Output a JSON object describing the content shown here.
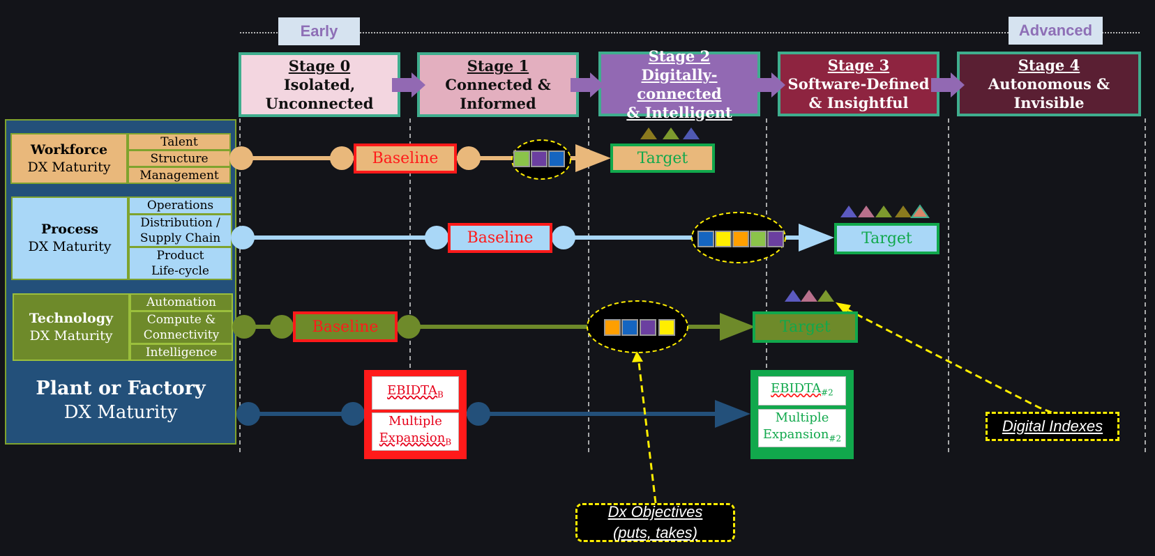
{
  "scale": {
    "early": "Early",
    "advanced": "Advanced"
  },
  "stages": [
    {
      "title": "Stage 0",
      "subtitle": "Isolated,\nUnconnected",
      "fill": "#f3d6e0",
      "text": "#111111"
    },
    {
      "title": "Stage 1",
      "subtitle": "Connected &\nInformed",
      "fill": "#e3afbf",
      "text": "#111111"
    },
    {
      "title": "Stage 2",
      "subtitle": "Digitally-connected\n& Intelligent",
      "fill": "#9269b3",
      "text": "#ffffff"
    },
    {
      "title": "Stage 3",
      "subtitle": "Software-Defined\n& Insightful",
      "fill": "#8e2440",
      "text": "#ffffff"
    },
    {
      "title": "Stage 4",
      "subtitle": "Autonomous &\nInvisible",
      "fill": "#5a1f33",
      "text": "#ffffff"
    }
  ],
  "rows": [
    {
      "name": "Workforce",
      "sub": "DX Maturity",
      "cells": [
        "Talent",
        "Structure",
        "Management"
      ],
      "color": "#e9b87b",
      "baseline": "Baseline",
      "target": "Target"
    },
    {
      "name": "Process",
      "sub": "DX Maturity",
      "cells": [
        "Operations",
        "Distribution / Supply Chain",
        "Product Life-cycle"
      ],
      "color": "#a9d7f7",
      "baseline": "Baseline",
      "target": "Target"
    },
    {
      "name": "Technology",
      "sub": "DX Maturity",
      "cells": [
        "Automation",
        "Compute & Connectivity",
        "Intelligence"
      ],
      "color": "#6e8a2a",
      "baseline": "Baseline",
      "target": "Target"
    }
  ],
  "plant": {
    "title": "Plant or Factory",
    "sub": "DX Maturity",
    "color": "#23507a"
  },
  "financial": {
    "baseline": {
      "ebidta": "EBIDTA",
      "ebidta_sub": "B",
      "multiple": "Multiple",
      "expansion": "Expansion",
      "expansion_sub": "B"
    },
    "target": {
      "ebidta": "EBIDTA",
      "ebidta_sub": "#2",
      "multiple": "Multiple",
      "expansion": "Expansion",
      "expansion_sub": "#2"
    }
  },
  "callouts": {
    "digital_indexes": "Digital Indexes",
    "dx_objectives_1": "Dx Objectives",
    "dx_objectives_2": "(puts, takes)"
  },
  "colors": {
    "green": "#8bc34a",
    "purple": "#6b3fa0",
    "blue": "#1565c0",
    "yellow": "#ffee00",
    "orange": "#ff9f00",
    "accent_teal": "#3fae8e"
  }
}
